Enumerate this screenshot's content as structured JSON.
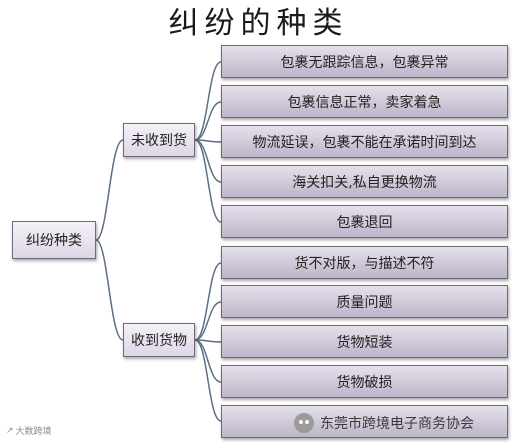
{
  "title": "纠纷的种类",
  "root": {
    "label": "纠纷种类"
  },
  "branches": [
    {
      "label": "未收到货",
      "leaves": [
        "包裹无跟踪信息，包裹异常",
        "包裹信息正常，卖家着急",
        "物流延误，包裹不能在承诺时间到达",
        "海关扣关,私自更换物流",
        "包裹退回"
      ]
    },
    {
      "label": "收到货物",
      "leaves": [
        "货不对版，与描述不符",
        "质量问题",
        "货物短装",
        "货物破损",
        ""
      ]
    }
  ],
  "watermark": "东莞市跨境电子商务协会",
  "watermark_left": "大数跨境",
  "colors": {
    "line": "#5b6f86",
    "box_border": "#6f6a78"
  }
}
